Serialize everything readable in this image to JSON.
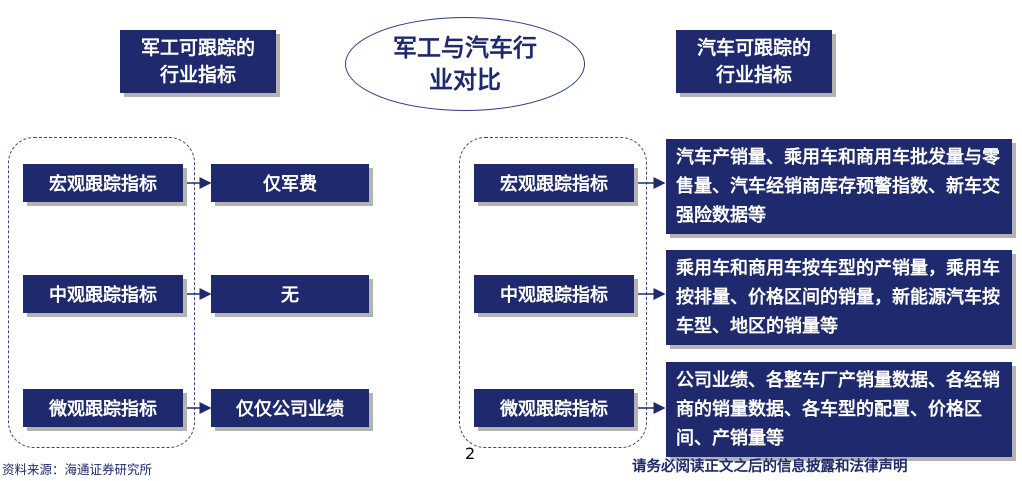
{
  "center_title": "军工与汽车行业对比",
  "left": {
    "header": "军工可跟踪的行业指标",
    "rows": [
      {
        "label": "宏观跟踪指标",
        "value": "仅军费"
      },
      {
        "label": "中观跟踪指标",
        "value": "无"
      },
      {
        "label": "微观跟踪指标",
        "value": "仅仅公司业绩"
      }
    ]
  },
  "right": {
    "header": "汽车可跟踪的行业指标",
    "rows": [
      {
        "label": "宏观跟踪指标",
        "value": "汽车产销量、乘用车和商用车批发量与零售量、汽车经销商库存预警指数、新车交强险数据等"
      },
      {
        "label": "中观跟踪指标",
        "value": "乘用车和商用车按车型的产销量，乘用车按排量、价格区间的销量，新能源汽车按车型、地区的销量等"
      },
      {
        "label": "微观跟踪指标",
        "value": "公司业绩、各整车厂产销量数据、各经销商的销量数据、各车型的配置、价格区间、产销量等"
      }
    ]
  },
  "footer": {
    "source": "资料来源：海通证券研究所",
    "page": "2",
    "disclaimer": "请务必阅读正文之后的信息披露和法律声明"
  },
  "colors": {
    "box": "#1f2a6e",
    "shadow": "#b3b3b3",
    "text": "#ffffff"
  }
}
